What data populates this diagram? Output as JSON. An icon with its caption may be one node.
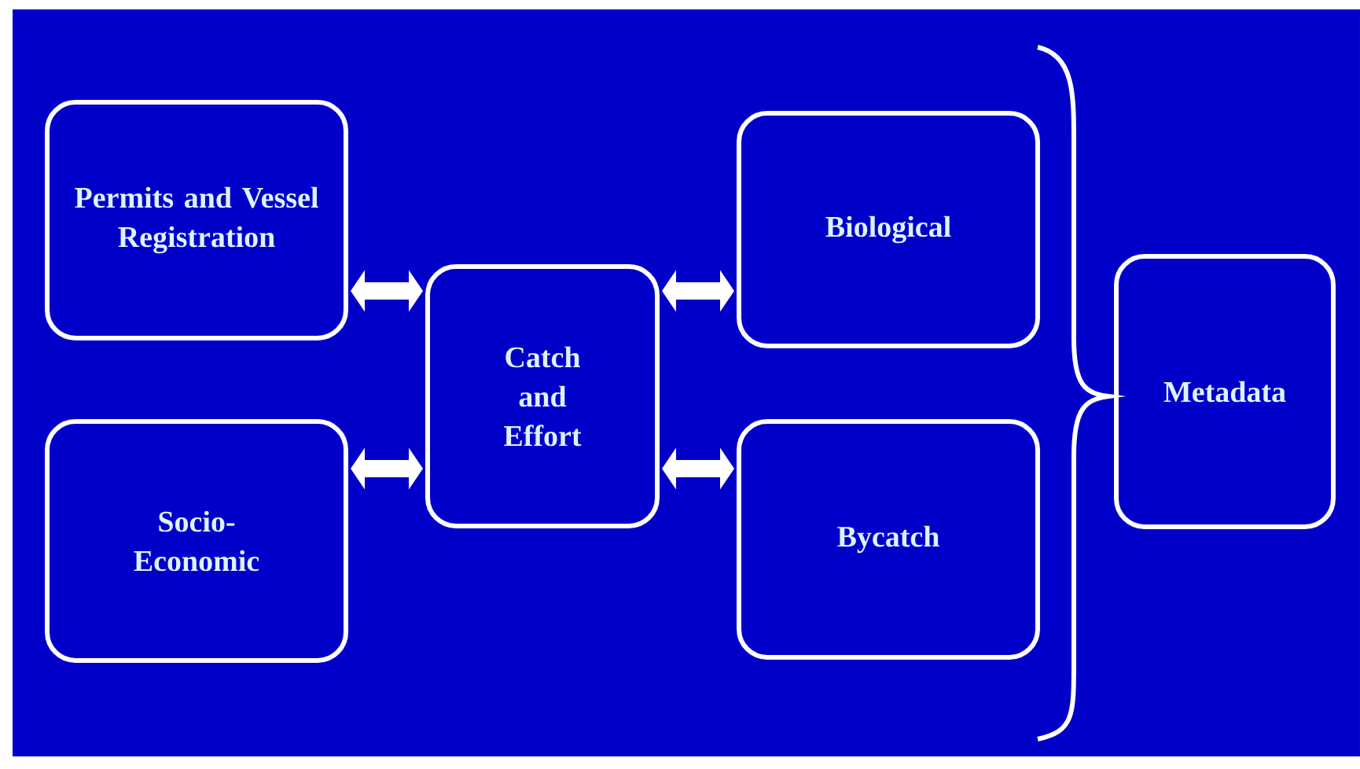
{
  "diagram": {
    "nodes": [
      {
        "text": [
          "Permits and Vessel Registration"
        ]
      },
      {
        "text": [
          "Socio-Economic"
        ]
      },
      {
        "text": [
          "Catch and Effort"
        ]
      },
      {
        "text": [
          "Biological"
        ]
      },
      {
        "text": [
          "Bycatch"
        ]
      },
      {
        "text": [
          "Metadata"
        ]
      }
    ],
    "edges": [
      {
        "from": 0,
        "to": 2,
        "arrow": "both"
      },
      {
        "from": 1,
        "to": 2,
        "arrow": "both"
      },
      {
        "from": 2,
        "to": 3,
        "arrow": "both"
      },
      {
        "from": 2,
        "to": 4,
        "arrow": "both"
      }
    ]
  }
}
